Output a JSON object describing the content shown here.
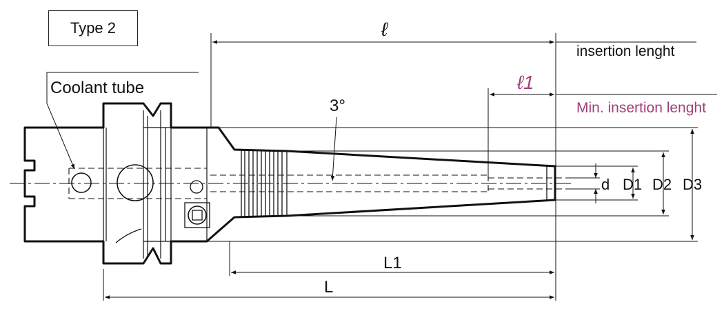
{
  "type_label": "Type 2",
  "coolant_label": "Coolant tube",
  "angle_label": "3°",
  "insertion_label": "insertion lenght",
  "min_insertion_label": "Min. insertion lenght",
  "dims": {
    "l": "ℓ",
    "l1": "ℓ1",
    "d": "d",
    "D1": "D1",
    "D2": "D2",
    "D3": "D3",
    "L1": "L1",
    "L": "L"
  },
  "colors": {
    "line": "#111111",
    "accent": "#a0407a"
  }
}
